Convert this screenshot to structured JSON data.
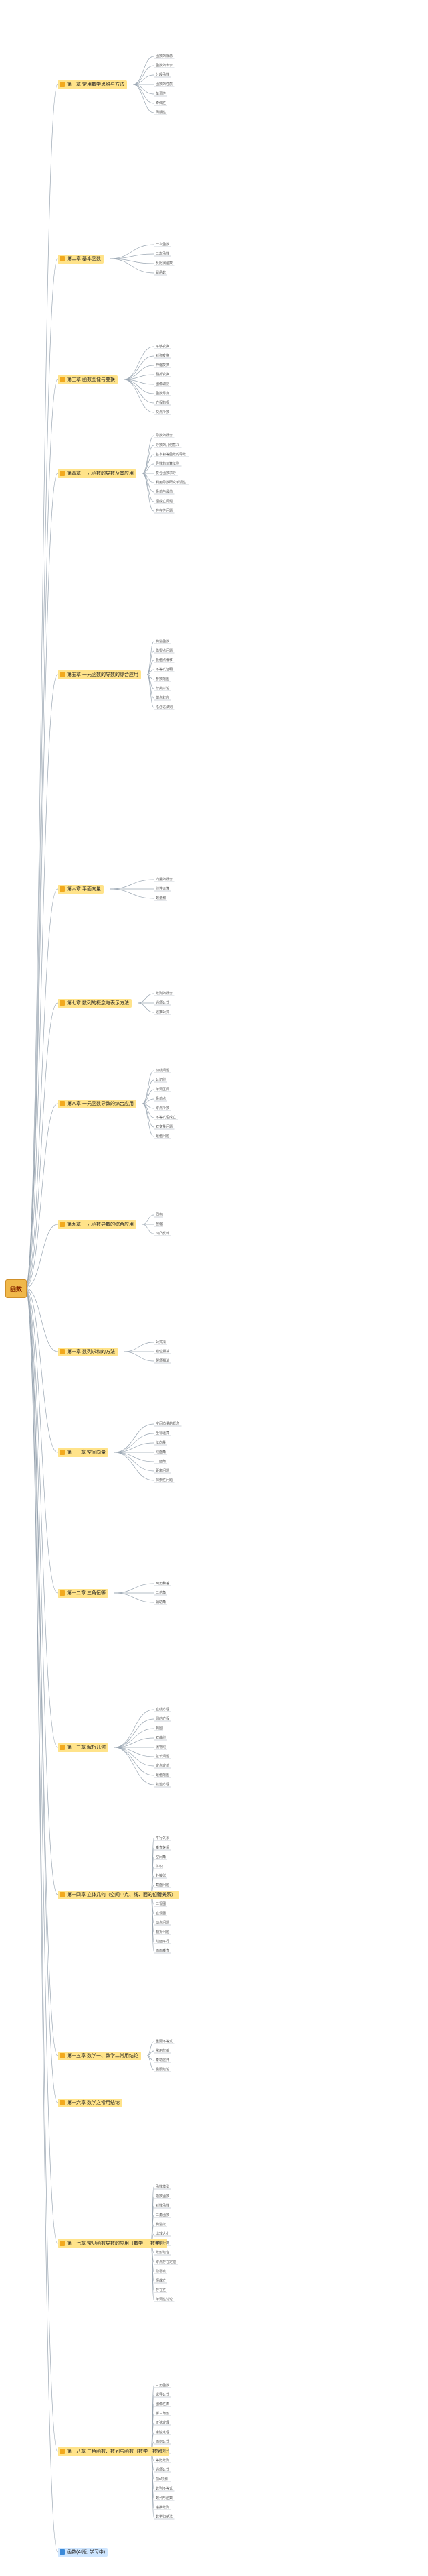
{
  "root": "函数",
  "colors": {
    "line": "#9aa6b2",
    "chapter_bg": "#ffe38a",
    "chapter_icon": "#f2a91e",
    "root_bg": "#f0b84a"
  },
  "chapters": [
    {
      "title": "第一章 常用数学思维与方法",
      "subs": [
        "函数的概念",
        "函数的表示",
        "分段函数",
        "函数的性质",
        "单调性",
        "奇偶性",
        "周期性"
      ]
    },
    {
      "title": "第二章 基本函数",
      "subs": [
        "一次函数",
        "二次函数",
        "反比例函数",
        "幂函数"
      ]
    },
    {
      "title": "第三章 函数图像与变换",
      "subs": [
        "平移变换",
        "对称变换",
        "伸缩变换",
        "翻折变换",
        "图像识别",
        "函数零点",
        "方程的根",
        "交点个数"
      ]
    },
    {
      "title": "第四章 一元函数的导数及其应用",
      "subs": [
        "导数的概念",
        "导数的几何意义",
        "基本初等函数的导数",
        "导数的运算法则",
        "复合函数求导",
        "利用导数研究单调性",
        "极值与最值",
        "恒成立问题",
        "存在性问题"
      ]
    },
    {
      "title": "第五章 一元函数的导数的综合应用",
      "subs": [
        "构造函数",
        "隐零点问题",
        "极值点偏移",
        "不等式证明",
        "参数范围",
        "分类讨论",
        "端点效应",
        "洛必达法则"
      ]
    },
    {
      "title": "第六章 平面向量",
      "subs": [
        "向量的概念",
        "线性运算",
        "数量积"
      ]
    },
    {
      "title": "第七章 数列的概念与表示方法",
      "subs": [
        "数列的概念",
        "通项公式",
        "递推公式"
      ]
    },
    {
      "title": "第八章 一元函数导数的综合应用",
      "subs": [
        "切线问题",
        "公切线",
        "单调区间",
        "极值点",
        "零点个数",
        "不等式恒成立",
        "双变量问题",
        "最值问题"
      ]
    },
    {
      "title": "第九章 一元函数导数的综合应用",
      "subs": [
        "同构",
        "放缩",
        "凹凸反转"
      ]
    },
    {
      "title": "第十章 数列求和的方法",
      "subs": [
        "公式法",
        "错位相减",
        "裂项相消"
      ]
    },
    {
      "title": "第十一章 空间向量",
      "subs": [
        "空间向量的概念",
        "坐标运算",
        "法向量",
        "线面角",
        "二面角",
        "距离问题",
        "探索性问题"
      ]
    },
    {
      "title": "第十二章 三角恒等",
      "subs": [
        "两角和差",
        "二倍角",
        "辅助角"
      ]
    },
    {
      "title": "第十三章 解析几何",
      "subs": [
        "直线方程",
        "圆的方程",
        "椭圆",
        "双曲线",
        "抛物线",
        "弦长问题",
        "定点定值",
        "最值范围",
        "轨迹方程"
      ]
    },
    {
      "title": "第十四章 立体几何（空间中点、线、面的位置关系）",
      "subs": [
        "平行关系",
        "垂直关系",
        "空间角",
        "体积",
        "外接球",
        "截面问题",
        "展开图",
        "三视图",
        "直观图",
        "动点问题",
        "翻折问题",
        "线面平行",
        "面面垂直"
      ]
    },
    {
      "title": "第十五章 数学一、数学二常用结论",
      "subs": [
        "重要不等式",
        "常用放缩",
        "泰勒展开",
        "极限结论"
      ]
    },
    {
      "title": "第十六章 数学之常用结论",
      "subs": []
    },
    {
      "title": "第十七章 常见函数导数的应用（数学一~数学）",
      "subs": [
        "函数模型",
        "指数函数",
        "对数函数",
        "三角函数",
        "构造法",
        "比较大小",
        "参数分离",
        "数形结合",
        "零点存在定理",
        "隐零点",
        "恒成立",
        "存在性",
        "单调性讨论"
      ]
    },
    {
      "title": "第十八章 三角函数、数列与函数（数学一数列）",
      "subs": [
        "三角函数",
        "诱导公式",
        "图像性质",
        "解三角形",
        "正弦定理",
        "余弦定理",
        "面积公式",
        "等差数列",
        "等比数列",
        "通项公式",
        "前n项和",
        "数列不等式",
        "数列与函数",
        "递推数列",
        "数学归纳法"
      ]
    }
  ],
  "footer": "函数(AI版, 学习中)"
}
